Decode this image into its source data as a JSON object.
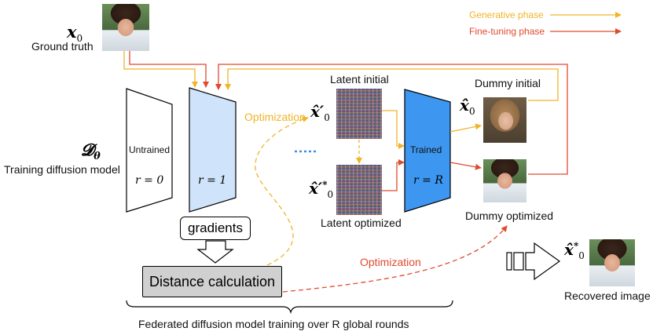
{
  "legend": {
    "generative_label": "Generative phase",
    "finetune_label": "Fine-tuning phase",
    "generative_color": "#f0b429",
    "finetune_color": "#e04a2f"
  },
  "ground_truth": {
    "symbol": "𝒙",
    "sub": "0",
    "label": "Ground truth"
  },
  "model": {
    "symbol": "𝓓",
    "sub": "θ",
    "label": "Training diffusion model"
  },
  "untrained": {
    "label": "Untrained",
    "round": "r = 0"
  },
  "round1": {
    "round": "r = 1"
  },
  "trained": {
    "label": "Trained",
    "round": "r = R"
  },
  "latent_initial": {
    "label": "Latent initial",
    "symbol": "𝒙̂′",
    "sub": "0"
  },
  "latent_optimized": {
    "label": "Latent optimized",
    "symbol": "𝒙̂′",
    "sub": "0",
    "sup": "*"
  },
  "dummy_initial": {
    "label": "Dummy initial",
    "symbol": "𝒙̂",
    "sub": "0"
  },
  "dummy_optimized": {
    "label": "Dummy optimized"
  },
  "gradients_label": "gradients",
  "distance_label": "Distance calculation",
  "optimization_top": "Optimization",
  "optimization_bottom": "Optimization",
  "recovered": {
    "symbol": "𝒙̂",
    "sub": "0",
    "sup": "*",
    "label": "Recovered image"
  },
  "federated_label": "Federated diffusion model training over R global rounds"
}
